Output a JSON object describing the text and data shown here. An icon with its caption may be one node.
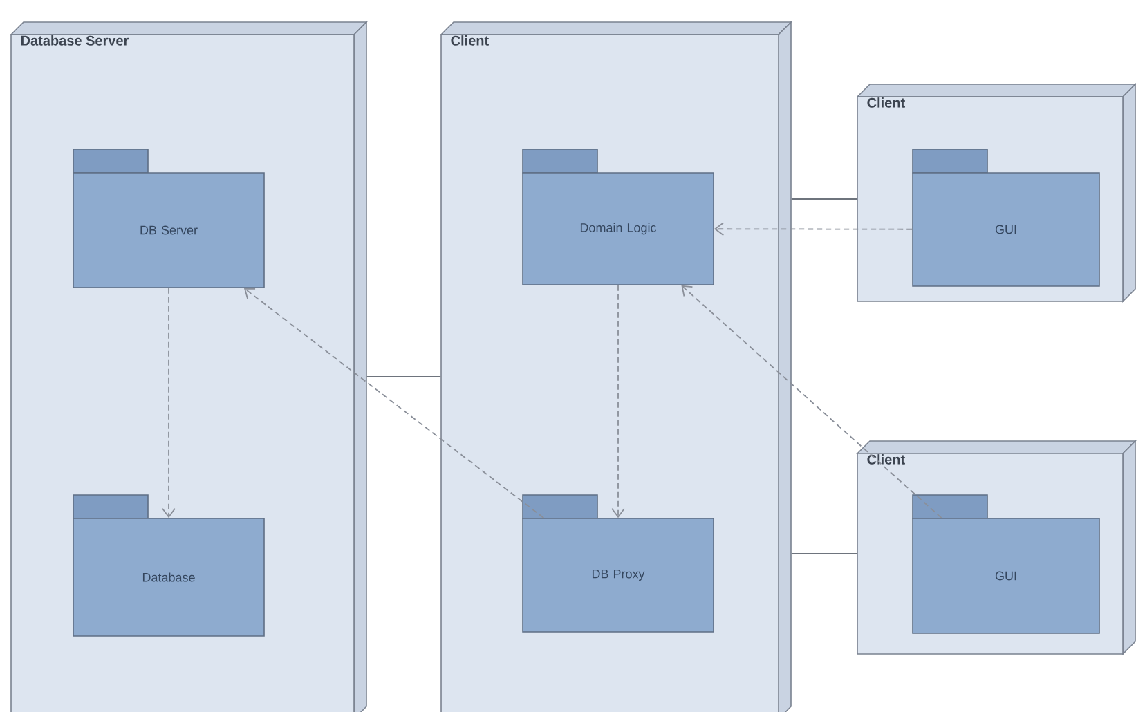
{
  "diagram": {
    "nodes": [
      {
        "text": [
          "Database Server"
        ]
      },
      {
        "text": [
          "DB Server"
        ],
        "in": 0
      },
      {
        "text": [
          "Database"
        ],
        "in": 0
      },
      {
        "text": [
          "Client"
        ]
      },
      {
        "text": [
          "Domain Logic"
        ],
        "in": 3
      },
      {
        "text": [
          "DB Proxy"
        ],
        "in": 3
      },
      {
        "text": [
          "Client"
        ]
      },
      {
        "text": [
          "GUI"
        ],
        "in": 6
      },
      {
        "text": [
          "Client"
        ]
      },
      {
        "text": [
          "GUI"
        ],
        "in": 8
      }
    ],
    "edges": [
      {
        "from": 1,
        "to": 2,
        "arrow": "to",
        "style": "dashed"
      },
      {
        "from": 5,
        "to": 1,
        "arrow": "to",
        "style": "dashed"
      },
      {
        "from": 4,
        "to": 5,
        "arrow": "to",
        "style": "dashed"
      },
      {
        "from": 7,
        "to": 4,
        "arrow": "to",
        "style": "dashed"
      },
      {
        "from": 9,
        "to": 4,
        "arrow": "to",
        "style": "dashed"
      },
      {
        "from": 0,
        "to": 3,
        "arrow": "none"
      },
      {
        "from": 3,
        "to": 6,
        "arrow": "none"
      },
      {
        "from": 3,
        "to": 8,
        "arrow": "none"
      }
    ]
  }
}
